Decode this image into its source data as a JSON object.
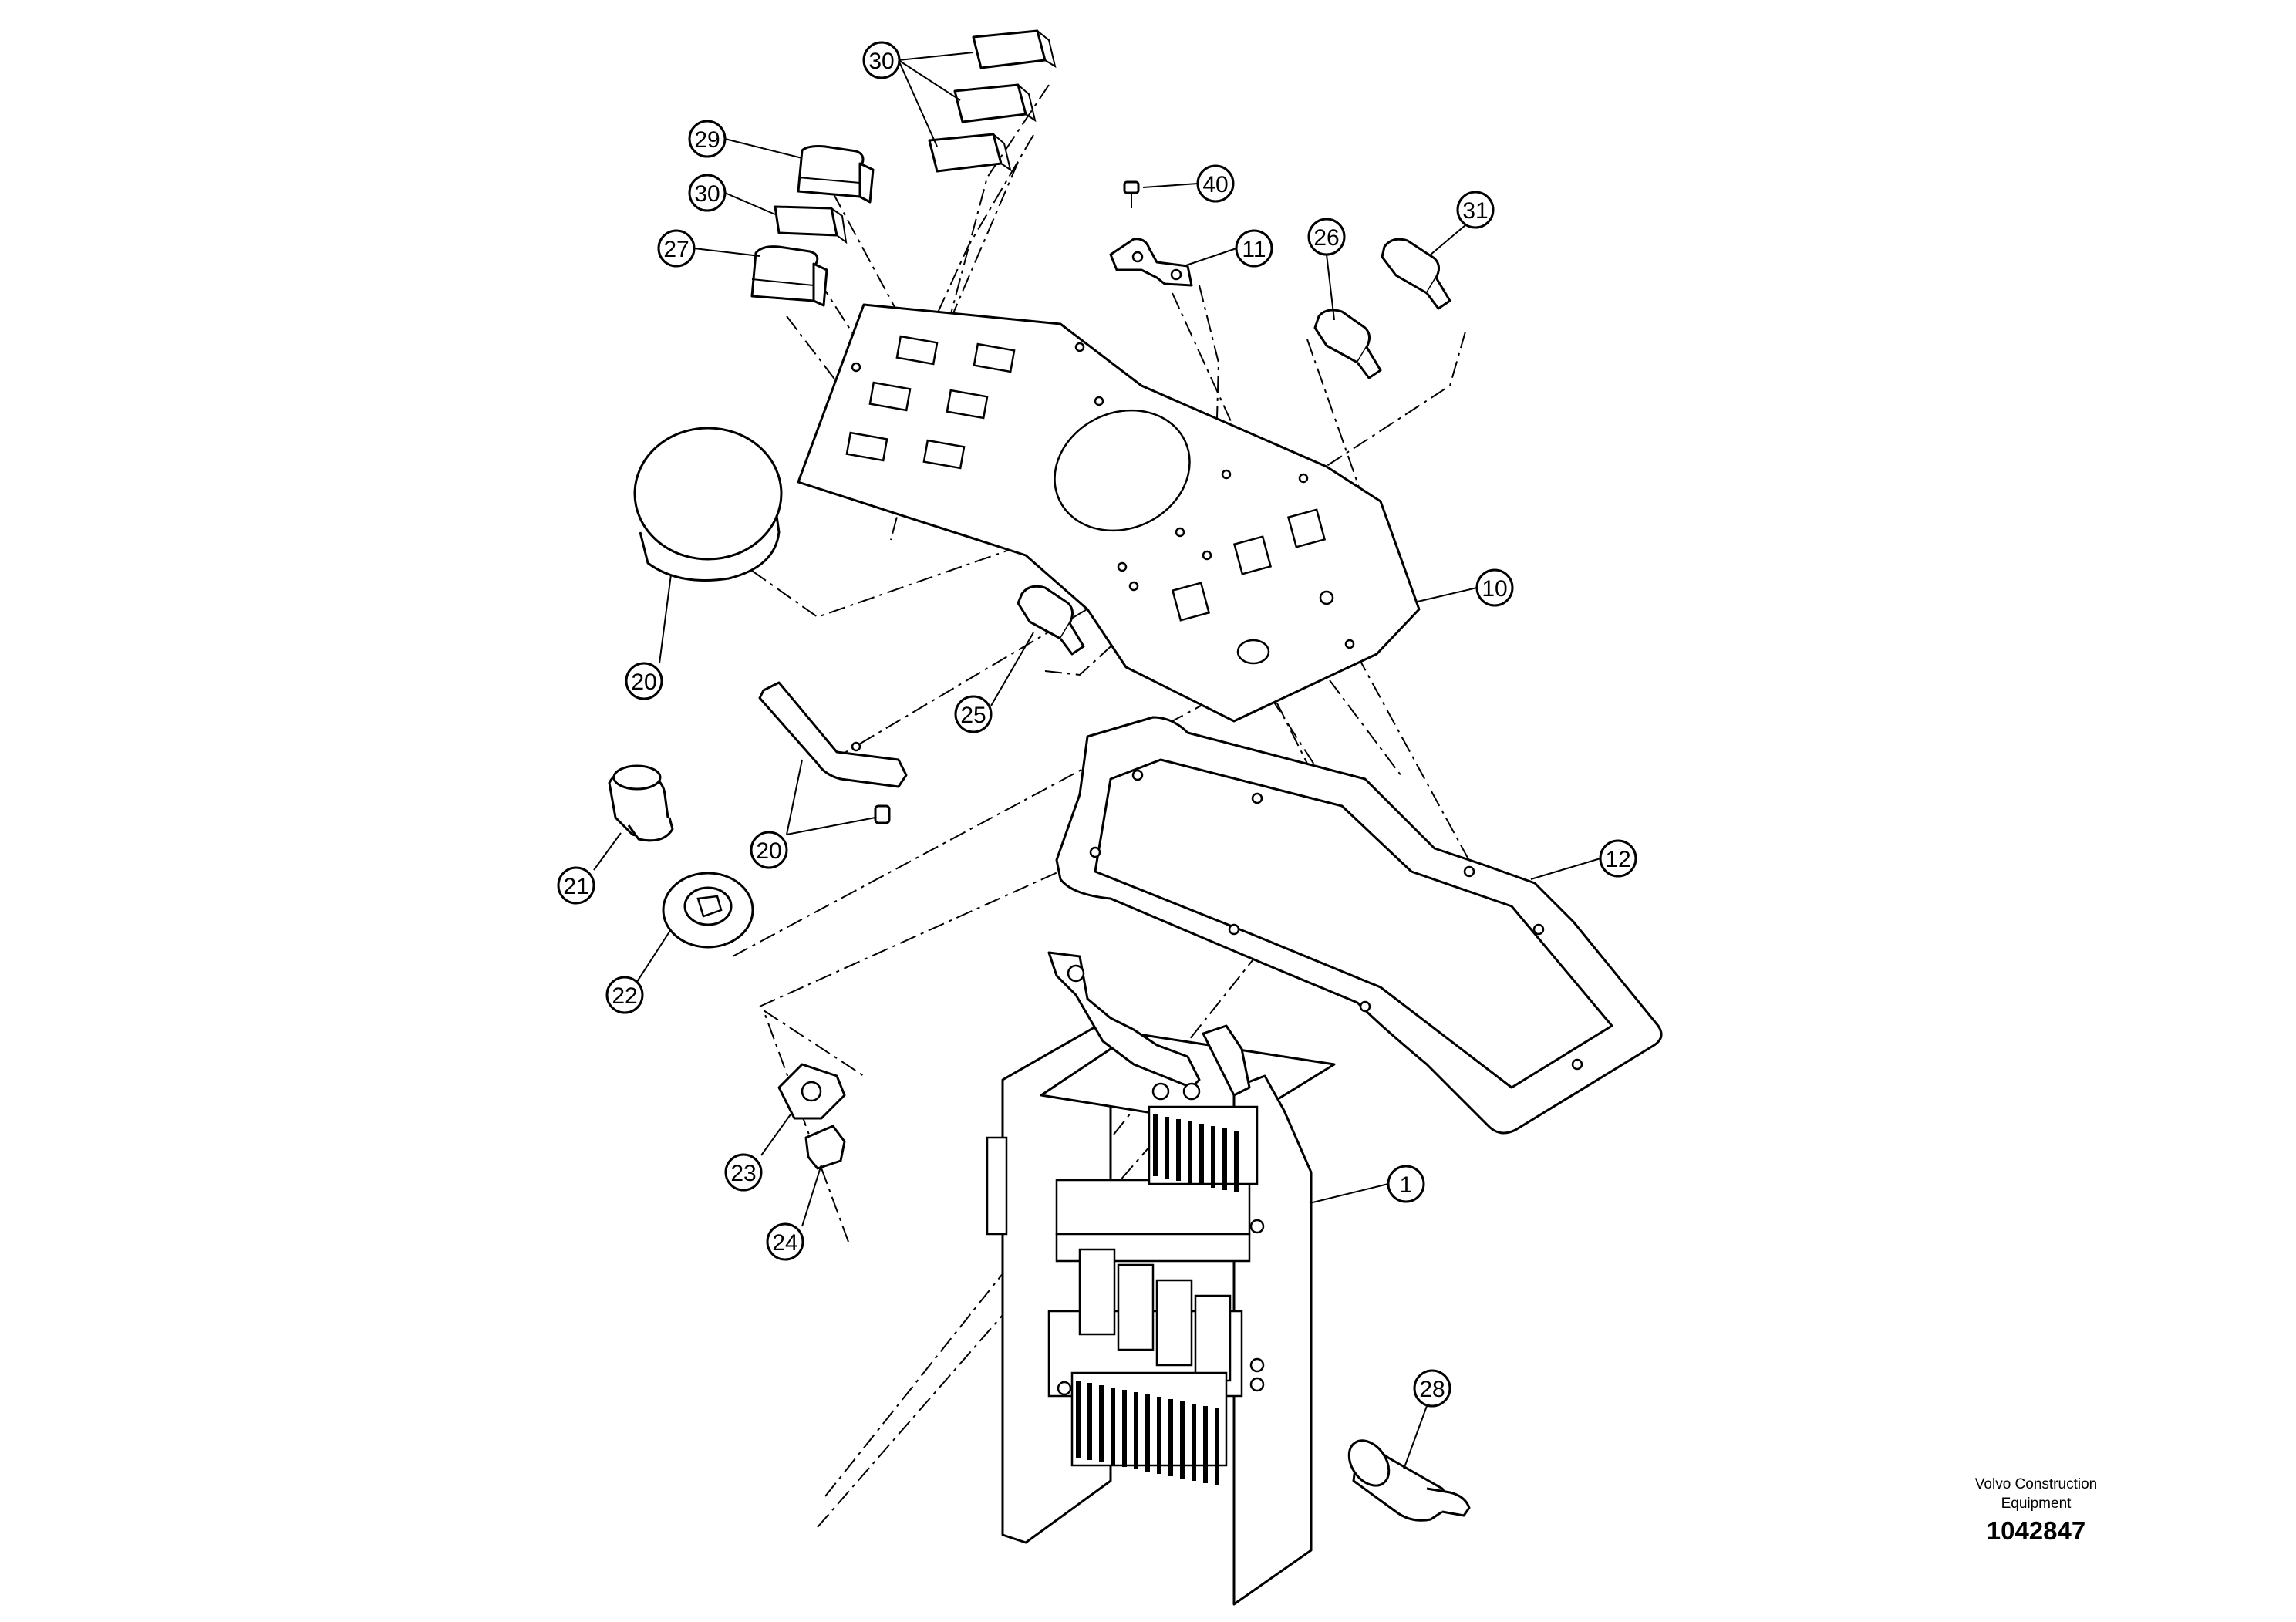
{
  "diagram": {
    "callouts": [
      {
        "id": "c30a",
        "label": "30"
      },
      {
        "id": "c29",
        "label": "29"
      },
      {
        "id": "c30b",
        "label": "30"
      },
      {
        "id": "c27",
        "label": "27"
      },
      {
        "id": "c40",
        "label": "40"
      },
      {
        "id": "c11",
        "label": "11"
      },
      {
        "id": "c26",
        "label": "26"
      },
      {
        "id": "c31",
        "label": "31"
      },
      {
        "id": "c10",
        "label": "10"
      },
      {
        "id": "c20a",
        "label": "20"
      },
      {
        "id": "c25",
        "label": "25"
      },
      {
        "id": "c20b",
        "label": "20"
      },
      {
        "id": "c21",
        "label": "21"
      },
      {
        "id": "c22",
        "label": "22"
      },
      {
        "id": "c12",
        "label": "12"
      },
      {
        "id": "c23",
        "label": "23"
      },
      {
        "id": "c24",
        "label": "24"
      },
      {
        "id": "c1",
        "label": "1"
      },
      {
        "id": "c28",
        "label": "28"
      }
    ]
  },
  "footer": {
    "brand_line1": "Volvo Construction",
    "brand_line2": "Equipment",
    "drawing_number": "1042847"
  }
}
